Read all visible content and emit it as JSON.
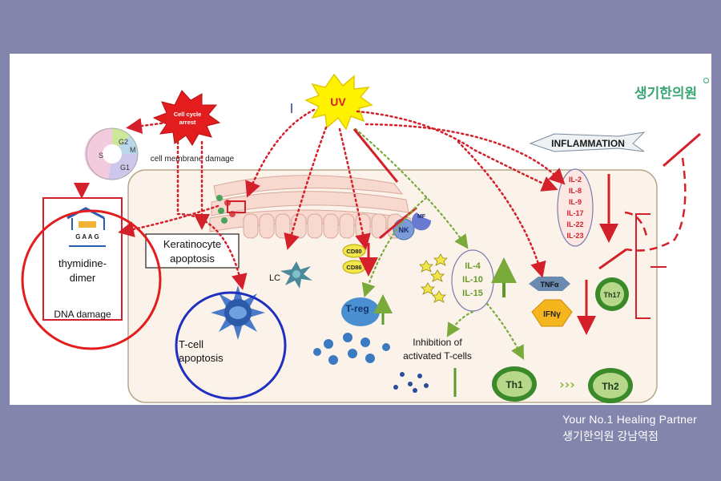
{
  "brand": {
    "logo_text": "생기한의원",
    "tagline": "Your No.1 Healing Partner",
    "clinic_name": "생기한의원 강남역점"
  },
  "diagram": {
    "uv": "UV",
    "cell_cycle_arrest_1": "Cell cycle",
    "cell_cycle_arrest_2": "arrest",
    "cell_membrane_damage": "cell membrane damage",
    "inflammation": "INFLAMMATION",
    "cycle_phases": [
      "S",
      "G2",
      "M",
      "G1"
    ],
    "dna_sequence": "G A A G",
    "thymidine_dimer_1": "thymidine-",
    "thymidine_dimer_2": "dimer",
    "dna_damage": "DNA damage",
    "keratinocyte_1": "Keratinocyte",
    "keratinocyte_2": "apoptosis",
    "lc": "LC",
    "cd80": "CD80",
    "cd86": "CD86",
    "nk": "NK",
    "mf": "MF",
    "treg": "T-reg",
    "tcell_apoptosis_1": "T-cell",
    "tcell_apoptosis_2": "apoptosis",
    "il_group_1": [
      "IL-4",
      "IL-10",
      "IL-15"
    ],
    "il_group_2": [
      "IL-2",
      "IL-8",
      "IL-9",
      "IL-17",
      "IL-22",
      "IL-23"
    ],
    "inhibition_1": "Inhibition of",
    "inhibition_2": "activated T-cells",
    "tnfa": "TNFα",
    "ifny": "IFNγ",
    "th17": "Th17",
    "th1": "Th1",
    "th2": "Th2"
  },
  "colors": {
    "band": "#8385ad",
    "arrow_red": "#d4202a",
    "arrow_green": "#7aaa3a",
    "tissue": "#fbf3ea",
    "highlight_red": "#e31d1d",
    "highlight_blue": "#1f2fbf"
  }
}
